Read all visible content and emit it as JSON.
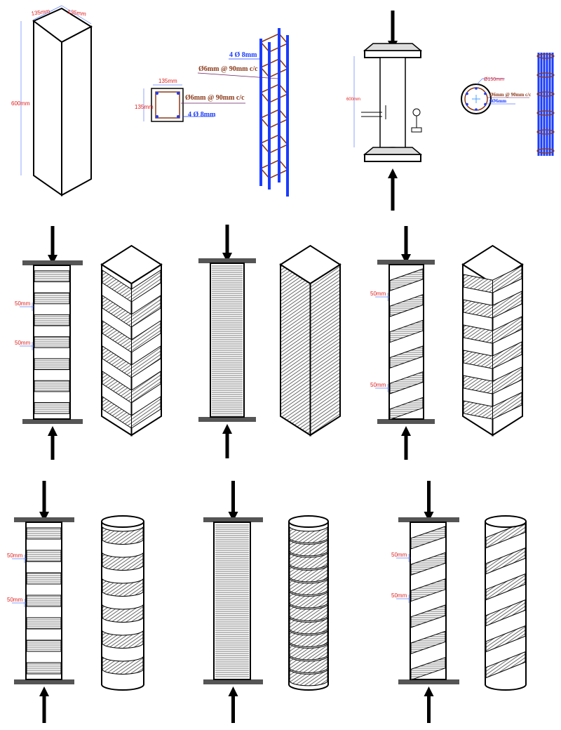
{
  "labels": {
    "prism_width_a": "135mm",
    "prism_width_b": "135mm",
    "prism_height": "600mm",
    "section_width": "135mm",
    "section_height": "135mm",
    "section_stirrup": "Ø6mm @ 90mm c/c",
    "section_bars": "4 Ø 8mm",
    "cage_bars": "4 Ø 8mm",
    "cage_stirrup": "Ø6mm @ 90mm c/c",
    "cylinder_height": "600mm",
    "circle_diameter": "Ø150mm",
    "circle_stirrup": "Ø6mm @ 90mm c/c",
    "circle_bars": "6Ø6mm",
    "spacing": "50mm"
  },
  "colors": {
    "stirrup": "#8b3a1a",
    "bar": "#1a3cff",
    "dimension": "#e02020",
    "plate": "#555555"
  }
}
